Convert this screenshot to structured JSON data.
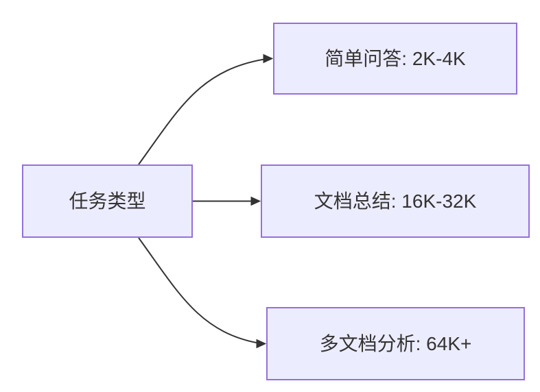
{
  "diagram": {
    "type": "flowchart-left-to-right",
    "root": {
      "label": "任务类型"
    },
    "branches": [
      {
        "label": "简单问答: 2K-4K"
      },
      {
        "label": "文档总结: 16K-32K"
      },
      {
        "label": "多文档分析: 64K+"
      }
    ],
    "edges": [
      {
        "from": "任务类型",
        "to": "简单问答: 2K-4K",
        "arrow": "filled-triangle"
      },
      {
        "from": "任务类型",
        "to": "文档总结: 16K-32K",
        "arrow": "filled-triangle"
      },
      {
        "from": "任务类型",
        "to": "多文档分析: 64K+",
        "arrow": "filled-triangle"
      }
    ]
  },
  "colors": {
    "background": "#ffffff",
    "node_fill": "#ECECFF",
    "node_border": "#9370DB",
    "edge": "#333333",
    "text": "#333333"
  }
}
